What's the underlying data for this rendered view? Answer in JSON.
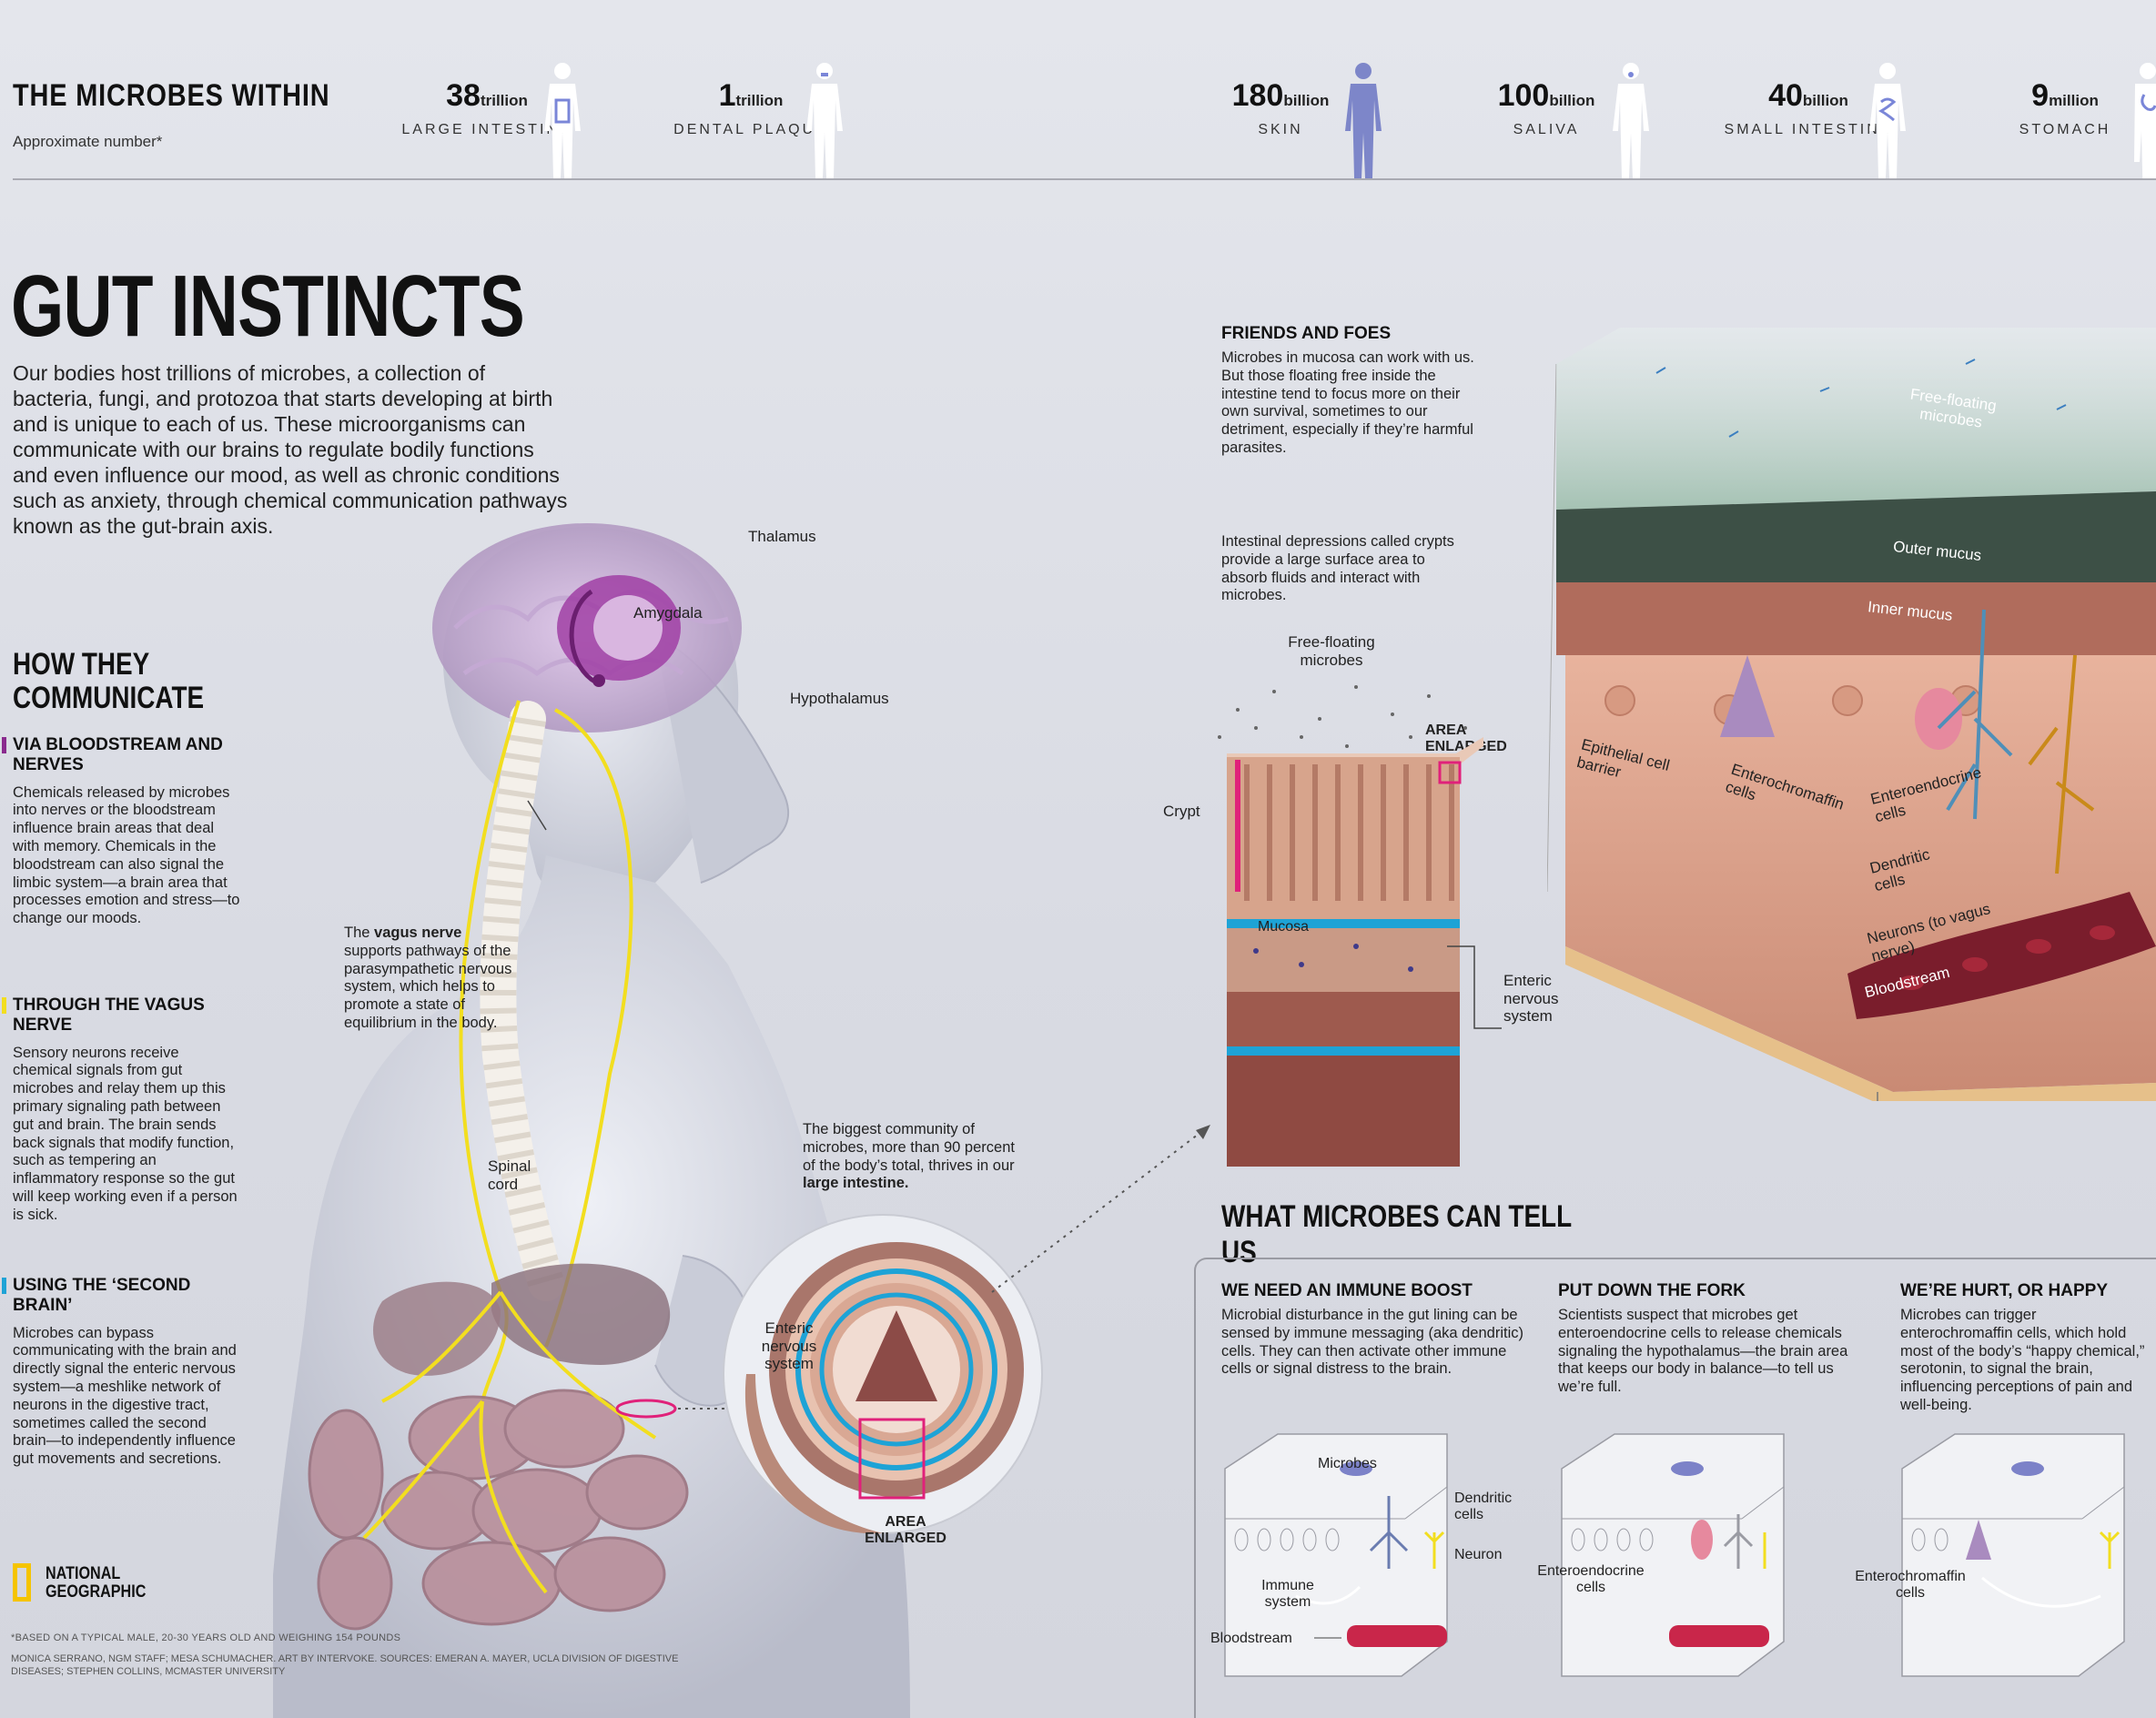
{
  "header": {
    "title": "THE MICROBES WITHIN",
    "subtitle": "Approximate number*",
    "stats": [
      {
        "number": "38",
        "unit": "trillion",
        "label": "LARGE INTESTINE"
      },
      {
        "number": "1",
        "unit": "trillion",
        "label": "DENTAL PLAQUE"
      },
      {
        "number": "180",
        "unit": "billion",
        "label": "SKIN"
      },
      {
        "number": "100",
        "unit": "billion",
        "label": "SALIVA"
      },
      {
        "number": "40",
        "unit": "billion",
        "label": "SMALL INTESTINE"
      },
      {
        "number": "9",
        "unit": "million",
        "label": "STOMACH"
      }
    ]
  },
  "main": {
    "title": "GUT INSTINCTS",
    "intro": "Our bodies host trillions of microbes, a collection of bacteria, fungi, and protozoa that starts developing at birth and is unique to each of us. These microorganisms can communicate with our brains to regulate bodily functions and even influence our mood, as well as chronic conditions such as anxiety, through chemical communication pathways known as the gut-brain axis."
  },
  "how": {
    "title": "HOW THEY COMMUNICATE",
    "sections": [
      {
        "heading": "VIA BLOODSTREAM AND NERVES",
        "color": "#8a2a8e",
        "body": "Chemicals released by microbes into nerves or the bloodstream influence brain areas that deal with memory. Chemicals in the bloodstream can also signal the limbic system—a brain area that processes emotion and stress—to change our moods."
      },
      {
        "heading": "THROUGH THE VAGUS NERVE",
        "color": "#f2de1f",
        "body": "Sensory neurons receive chemical signals from gut microbes and relay them up this primary signaling path between gut and brain. The brain sends back signals that modify function, such as tempering an inflammatory response so the gut will keep working even if a person is sick."
      },
      {
        "heading": "USING THE ‘SECOND BRAIN’",
        "color": "#1ea3d6",
        "body": "Microbes can bypass communicating with the brain and directly signal the enteric nervous system—a meshlike network of neurons in the digestive tract, sometimes called the second brain—to independently influence gut movements and secretions."
      }
    ]
  },
  "body_labels": {
    "thalamus": "Thalamus",
    "amygdala": "Amygdala",
    "hypothalamus": "Hypothalamus",
    "vagus_pre": "The ",
    "vagus_bold": "vagus nerve",
    "vagus_post": " supports pathways of the parasympathetic nervous system, which helps to promote a state of equilibrium in the body.",
    "spinal_cord": "Spinal cord",
    "large_intestine_pre": "The biggest community of microbes, more than 90 percent of the body’s total, thrives in our ",
    "large_intestine_bold": "large intestine.",
    "enteric": "Enteric nervous system",
    "area_enlarged": "AREA ENLARGED"
  },
  "friends": {
    "title": "FRIENDS AND FOES",
    "body": "Microbes in mucosa can work with us. But those floating free inside the intestine tend to focus more on their own survival, sometimes to our detriment, especially if they’re harmful parasites.",
    "crypts": "Intestinal depressions called crypts provide a large surface area to absorb fluids and interact with microbes."
  },
  "tissue_labels": {
    "free_floating": "Free-floating microbes",
    "area_enlarged": "AREA ENLARGED",
    "crypt": "Crypt",
    "mucosa": "Mucosa",
    "enteric": "Enteric nervous system"
  },
  "block_labels": {
    "free_floating": "Free-floating microbes",
    "outer_mucus": "Outer mucus",
    "inner_mucus": "Inner mucus",
    "epithelial": "Epithelial cell barrier",
    "enterochromaffin": "Enterochromaffin cells",
    "enteroendocrine": "Enteroendocrine cells",
    "dendritic": "Dendritic cells",
    "neurons": "Neurons (to vagus nerve)",
    "bloodstream": "Bloodstream"
  },
  "what": {
    "title": "WHAT MICROBES CAN TELL US",
    "items": [
      {
        "heading": "WE NEED AN IMMUNE BOOST",
        "body": "Microbial disturbance in the gut lining can be sensed by immune messaging (aka dendritic) cells. They can then activate other immune cells or signal distress to the brain."
      },
      {
        "heading": "PUT DOWN THE FORK",
        "body": "Scientists suspect that microbes get enteroendocrine cells to release chemicals signaling the hypothalamus—the brain area that keeps our body in balance—to tell us we’re full."
      },
      {
        "heading": "WE’RE HURT, OR HAPPY",
        "body": "Microbes can trigger enterochromaffin cells, which hold most of the body’s “happy chemical,” serotonin, to signal the brain, influencing perceptions of pain and well-being."
      }
    ],
    "diagram1": {
      "microbes": "Microbes",
      "dendritic": "Dendritic cells",
      "neuron": "Neuron",
      "immune": "Immune system",
      "bloodstream": "Bloodstream"
    },
    "diagram2": {
      "enteroendocrine": "Enteroendocrine cells"
    },
    "diagram3": {
      "enterochromaffin": "Enterochromaffin cells"
    }
  },
  "footer": {
    "logo": "NATIONAL GEOGRAPHIC",
    "footnote": "*BASED ON A TYPICAL MALE, 20-30 YEARS OLD AND WEIGHING 154 POUNDS",
    "credits": "MONICA SERRANO, NGM STAFF; MESA SCHUMACHER. ART BY INTERVOKE. SOURCES: EMERAN A. MAYER, UCLA DIVISION OF DIGESTIVE DISEASES; STEPHEN COLLINS, MCMASTER UNIVERSITY"
  }
}
